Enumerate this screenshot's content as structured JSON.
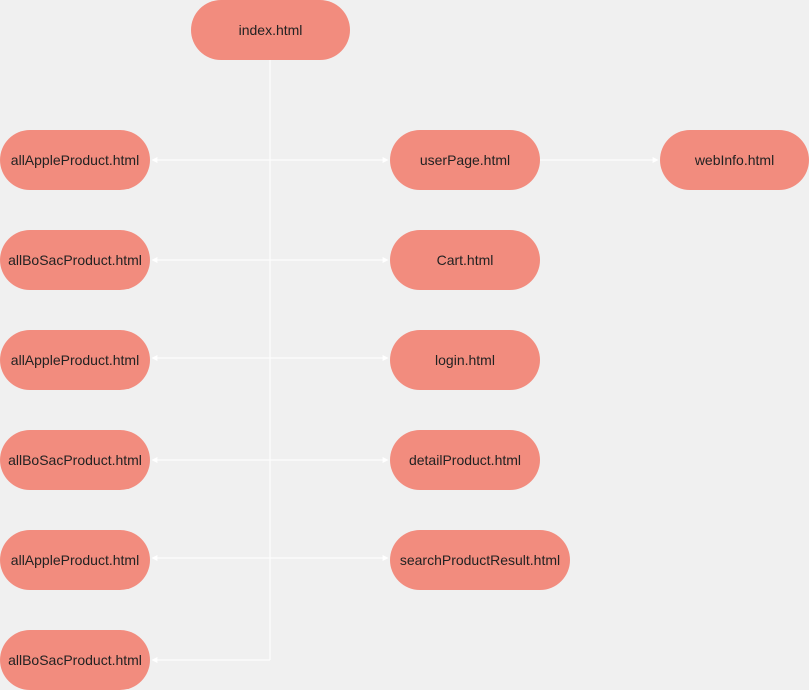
{
  "diagram": {
    "root": {
      "label": "index.html"
    },
    "left_nodes": [
      {
        "label": "allAppleProduct.html"
      },
      {
        "label": "allBoSacProduct.html"
      },
      {
        "label": "allAppleProduct.html"
      },
      {
        "label": "allBoSacProduct.html"
      },
      {
        "label": "allAppleProduct.html"
      },
      {
        "label": "allBoSacProduct.html"
      }
    ],
    "right_nodes": [
      {
        "label": "userPage.html"
      },
      {
        "label": "Cart.html"
      },
      {
        "label": "login.html"
      },
      {
        "label": "detailProduct.html"
      },
      {
        "label": "searchProductResult.html"
      }
    ],
    "far_right_node": {
      "label": "webInfo.html"
    }
  },
  "colors": {
    "background": "#f0f0f0",
    "node_fill": "#f28c7e",
    "connector": "#ffffff",
    "text": "#222222"
  }
}
